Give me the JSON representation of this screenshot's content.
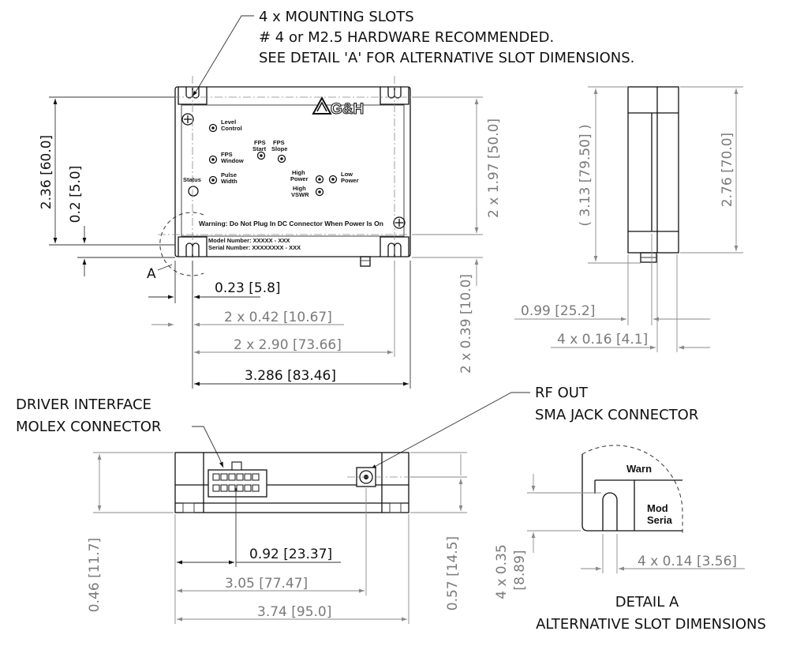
{
  "notes": {
    "slots_line1": "4 x MOUNTING SLOTS",
    "slots_line2": "# 4 or M2.5 HARDWARE RECOMMENDED.",
    "slots_line3": "SEE DETAIL 'A' FOR ALTERNATIVE SLOT DIMENSIONS.",
    "driver_line1": "DRIVER INTERFACE",
    "driver_line2": "MOLEX CONNECTOR",
    "rf_line1": "RF OUT",
    "rf_line2": "SMA JACK CONNECTOR",
    "detail_marker": "A",
    "detail_title": "DETAIL A",
    "detail_subtitle": "ALTERNATIVE SLOT DIMENSIONS"
  },
  "panel": {
    "logo": "G&H",
    "level_control": [
      "Level",
      "Control"
    ],
    "fps_start": [
      "FPS",
      "Start"
    ],
    "fps_slope": [
      "FPS",
      "Slope"
    ],
    "fps_window": [
      "FPS",
      "Window"
    ],
    "status": "Status",
    "pulse_width": [
      "Pulse",
      "Width"
    ],
    "high_power": [
      "High",
      "Power"
    ],
    "low_power": [
      "Low",
      "Power"
    ],
    "high_vswr": [
      "High",
      "VSWR"
    ],
    "warning": "Warning: Do Not Plug In DC Connector When Power Is On",
    "model": "Model Number: XXXXX - XXX",
    "serial": "Serial Number: XXXXXXXX - XXX"
  },
  "dims": {
    "d236": "2.36 [60.0]",
    "d02": "0.2 [5.0]",
    "d197": "2 x 1.97 [50.0]",
    "d039": "2 x 0.39 [10.0]",
    "d023": "0.23 [5.8]",
    "d042": "2 x 0.42 [10.67]",
    "d290": "2 x 2.90 [73.66]",
    "d3286": "3.286 [83.46]",
    "d313": "( 3.13 [79.50] )",
    "d276": "2.76 [70.0]",
    "d099": "0.99 [25.2]",
    "d016": "4 x 0.16 [4.1]",
    "d092": "0.92 [23.37]",
    "d305": "3.05 [77.47]",
    "d374": "3.74 [95.0]",
    "d046": "0.46 [11.7]",
    "d057": "0.57 [14.5]",
    "d035a": "4 x 0.35",
    "d035b": "[8.89]",
    "d014": "4 x 0.14 [3.56]"
  },
  "detail_text": {
    "warn_frag": "Warn",
    "model_frag": "Mod",
    "serial_frag": "Seria"
  }
}
